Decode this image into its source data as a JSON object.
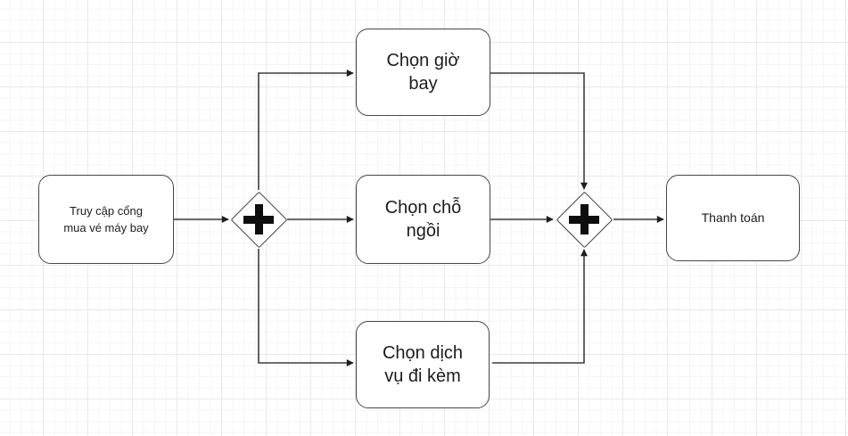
{
  "diagram": {
    "type": "bpmn-parallel-flow",
    "nodes": {
      "start": {
        "label": "Truy cập cổng\nmua vé máy bay"
      },
      "gateway_split": {
        "type": "parallel-gateway",
        "symbol": "+"
      },
      "branch_top": {
        "label": "Chọn giờ\nbay"
      },
      "branch_middle": {
        "label": "Chọn chỗ\nngồi"
      },
      "branch_bottom": {
        "label": "Chọn dịch\nvụ đi kèm"
      },
      "gateway_join": {
        "type": "parallel-gateway",
        "symbol": "+"
      },
      "end": {
        "label": "Thanh toán"
      }
    },
    "edges": [
      {
        "from": "start",
        "to": "gateway_split"
      },
      {
        "from": "gateway_split",
        "to": "branch_top"
      },
      {
        "from": "gateway_split",
        "to": "branch_middle"
      },
      {
        "from": "gateway_split",
        "to": "branch_bottom"
      },
      {
        "from": "branch_top",
        "to": "gateway_join"
      },
      {
        "from": "branch_middle",
        "to": "gateway_join"
      },
      {
        "from": "branch_bottom",
        "to": "gateway_join"
      },
      {
        "from": "gateway_join",
        "to": "end"
      }
    ],
    "colors": {
      "canvas_bg": "#ffffff",
      "grid_minor": "#f5f5f5",
      "grid_major": "#e9e9e9",
      "shape_fill": "#ffffff",
      "shape_border": "#474747",
      "connector": "#3d3d3d",
      "arrowhead": "#1f1f1f",
      "gateway_symbol": "#0e0e0e",
      "text": "#1c1c1c"
    }
  }
}
